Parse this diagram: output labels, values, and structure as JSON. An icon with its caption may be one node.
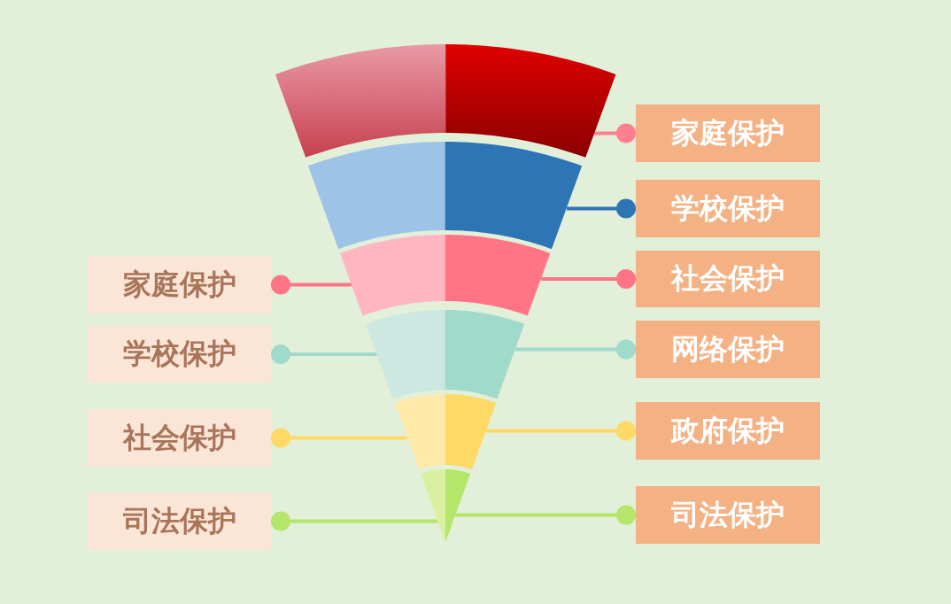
{
  "diagram": {
    "nodes": [
      {
        "text": [],
        "shape": "band"
      },
      {
        "text": [],
        "shape": "band"
      },
      {
        "text": [],
        "shape": "band"
      },
      {
        "text": [],
        "shape": "band"
      },
      {
        "text": [],
        "shape": "band"
      },
      {
        "text": [],
        "shape": "band"
      },
      {
        "text": [
          "家庭保护"
        ]
      },
      {
        "text": [
          "学校保护"
        ]
      },
      {
        "text": [
          "社会保护"
        ]
      },
      {
        "text": [
          "司法保护"
        ]
      },
      {
        "text": [
          "家庭保护"
        ]
      },
      {
        "text": [
          "学校保护"
        ]
      },
      {
        "text": [
          "社会保护"
        ]
      },
      {
        "text": [
          "网络保护"
        ]
      },
      {
        "text": [
          "政府保护"
        ]
      },
      {
        "text": [
          "司法保护"
        ]
      }
    ],
    "edges": [
      {
        "from": 10,
        "to": 0,
        "arrow": "other",
        "color": "#ff7f8f"
      },
      {
        "from": 11,
        "to": 1,
        "arrow": "other",
        "color": "#2e75b6"
      },
      {
        "from": 12,
        "to": 2,
        "arrow": "other",
        "color": "#ff7585"
      },
      {
        "from": 13,
        "to": 3,
        "arrow": "other",
        "color": "#9fdacb"
      },
      {
        "from": 14,
        "to": 4,
        "arrow": "other",
        "color": "#ffd966"
      },
      {
        "from": 15,
        "to": 5,
        "arrow": "other",
        "color": "#b4e66a"
      },
      {
        "from": 6,
        "to": 2,
        "arrow": "other",
        "color": "#ff7585"
      },
      {
        "from": 7,
        "to": 3,
        "arrow": "other",
        "color": "#9fdacb"
      },
      {
        "from": 8,
        "to": 4,
        "arrow": "other",
        "color": "#ffd966"
      },
      {
        "from": 9,
        "to": 5,
        "arrow": "other",
        "color": "#b4e66a"
      }
    ]
  }
}
